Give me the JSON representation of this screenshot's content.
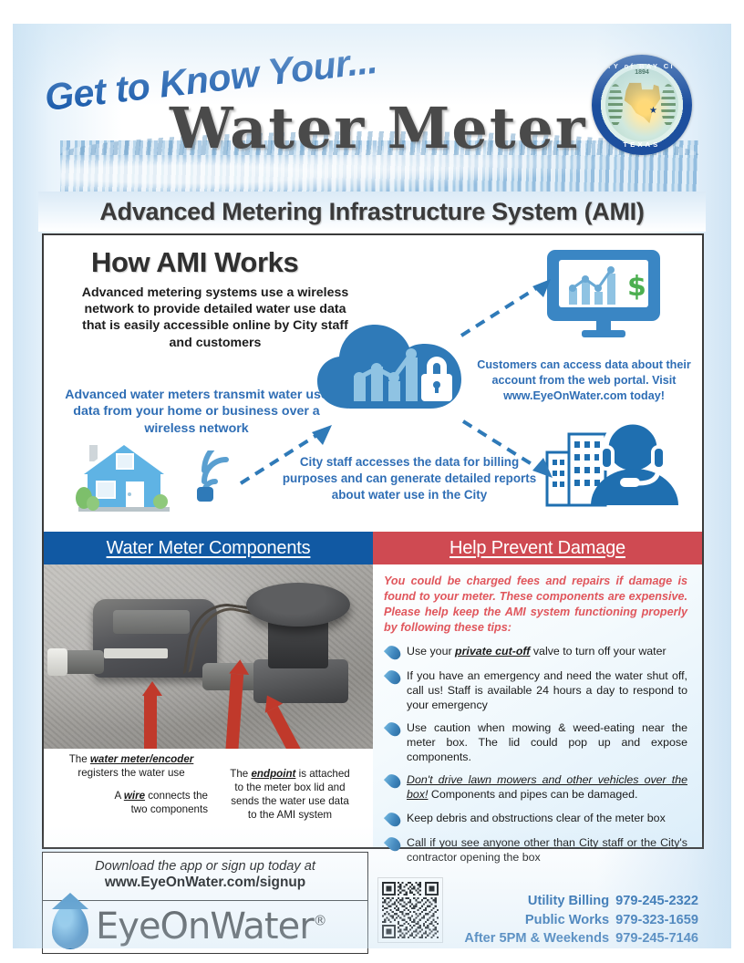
{
  "header": {
    "eyebrow": "Get to Know Your...",
    "title": "Water Meter",
    "subtitle": "Advanced Metering Infrastructure System (AMI)",
    "seal": {
      "top_text": "CITY  of  BAY CITY",
      "bottom_text": "TEXAS",
      "year": "1894",
      "star_icon": "star-icon"
    }
  },
  "ami": {
    "title": "How AMI Works",
    "lead": "Advanced metering systems use a wireless network to provide detailed water use data that is easily accessible online by City staff and customers",
    "left_note": "Advanced water meters transmit water use data from your home or business over a wireless network",
    "right_note": "Customers can access data about their account from the web portal. Visit www.EyeOnWater.com today!",
    "bottom_note": "City staff accesses the data for billing purposes and can generate detailed reports about water use in the City",
    "icons": {
      "cloud": "cloud-with-chart-and-lock-icon",
      "monitor": "monitor-dashboard-icon",
      "house": "house-icon",
      "wifi": "wifi-signal-icon",
      "support": "office-buildings-and-support-agent-icon"
    }
  },
  "sections": {
    "left_header": "Water Meter Components",
    "right_header": "Help Prevent Damage",
    "left_header_color": "#1159a3",
    "right_header_color": "#cf4a52"
  },
  "photo": {
    "alt": "water-meter-and-endpoint-photo",
    "captions": {
      "left_1_pre": "The ",
      "left_1_em": "water meter/encoder",
      "left_1_post": "",
      "left_2": "registers the water use",
      "left_3_pre": "A ",
      "left_3_em": "wire",
      "left_3_post": " connects the",
      "left_4": "two components",
      "right_1_pre": "The ",
      "right_1_em": "endpoint",
      "right_1_post": " is attached",
      "right_2": "to the meter box lid and",
      "right_3": "sends the water use data",
      "right_4": "to the AMI system"
    }
  },
  "damage": {
    "warning": "You could be charged fees and repairs if damage is found to your meter. These components are expensive. Please help keep the AMI system functioning properly by following these tips:",
    "warning_color": "#e0565c",
    "tips": [
      {
        "pre": "Use your ",
        "em": "private cut-off",
        "post": " valve to turn off your water",
        "bullet": "water-drop-icon",
        "center": false
      },
      {
        "pre": "If you have an emergency and need the water shut off, call us! Staff is available 24 hours a day to respond to your emergency",
        "em": "",
        "post": "",
        "bullet": "water-drop-icon",
        "center": false
      },
      {
        "pre": "Use caution when mowing & weed-eating near the meter box.  The lid could pop up and expose components.",
        "em": "",
        "post": "",
        "bullet": "water-drop-icon",
        "center": false
      },
      {
        "pre": "",
        "em": "Don't drive lawn mowers and other vehicles over the box!",
        "post": " Components and pipes can be damaged.",
        "bullet": "water-drop-icon",
        "center": false
      },
      {
        "pre": "Keep debris and obstructions clear of the meter box",
        "em": "",
        "post": "",
        "bullet": "water-drop-icon",
        "center": false
      },
      {
        "pre": "Call if you see anyone other than City staff or the City's contractor opening the box",
        "em": "",
        "post": "",
        "bullet": "water-drop-icon",
        "center": false
      }
    ]
  },
  "footer": {
    "download_line": "Download the app or sign up today at",
    "signup_url": "www.EyeOnWater.com/signup",
    "logo_word": "EyeOnWater",
    "logo_reg": "®",
    "qr_icon": "qr-code-icon",
    "contacts": [
      {
        "label": "Utility Billing",
        "number": "979-245-2322"
      },
      {
        "label": "Public Works",
        "number": "979-323-1659"
      },
      {
        "label": "After 5PM & Weekends",
        "number": "979-245-7146"
      }
    ],
    "contact_color": "#1159a3"
  }
}
